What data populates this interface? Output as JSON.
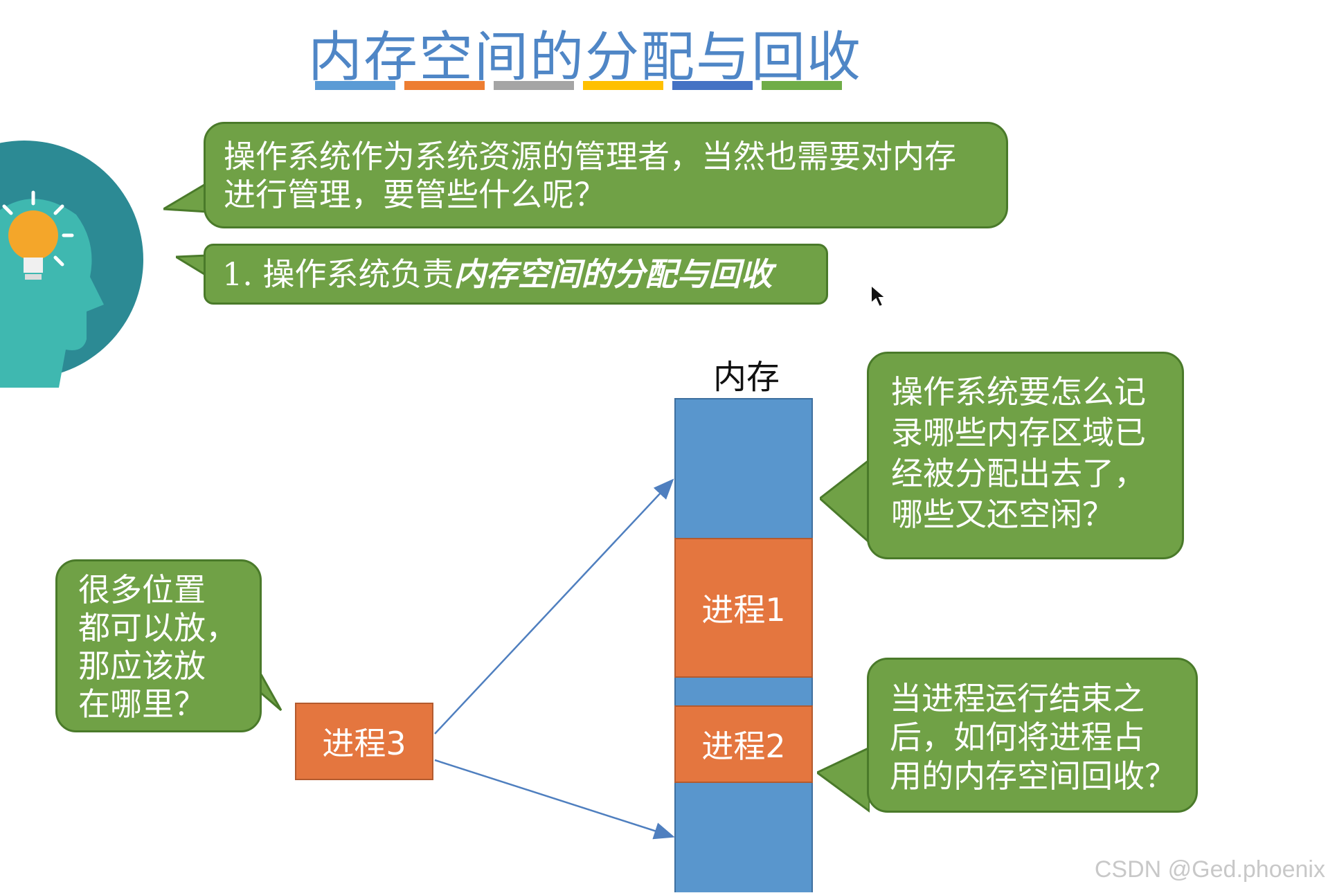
{
  "title": "内存空间的分配与回收",
  "title_bar_colors": [
    "#5b9bd5",
    "#ed7d31",
    "#a5a5a5",
    "#ffc000",
    "#4472c4",
    "#70ad47"
  ],
  "bubbles": {
    "intro_line1": "操作系统作为系统资源的管理者，当然也需要对内存",
    "intro_line2": "进行管理，要管些什么呢？",
    "point1_prefix": "1. 操作系统负责",
    "point1_emphasis": "内存空间的分配与回收",
    "record_lines": [
      "操作系统要怎么记",
      "录哪些内存区域已",
      "经被分配出去了，",
      "哪些又还空闲？"
    ],
    "reclaim_lines": [
      "当进程运行结束之",
      "后，如何将进程占",
      "用的内存空间回收？"
    ],
    "where_lines": [
      "很多位置",
      "都可以放，",
      "那应该放",
      "在哪里？"
    ]
  },
  "memory": {
    "label": "内存",
    "process1": "进程1",
    "process2": "进程2",
    "process3": "进程3"
  },
  "icons": [
    "lightbulb-head-icon",
    "mouse-cursor-icon"
  ],
  "watermark": "CSDN @Ged.phoenix"
}
